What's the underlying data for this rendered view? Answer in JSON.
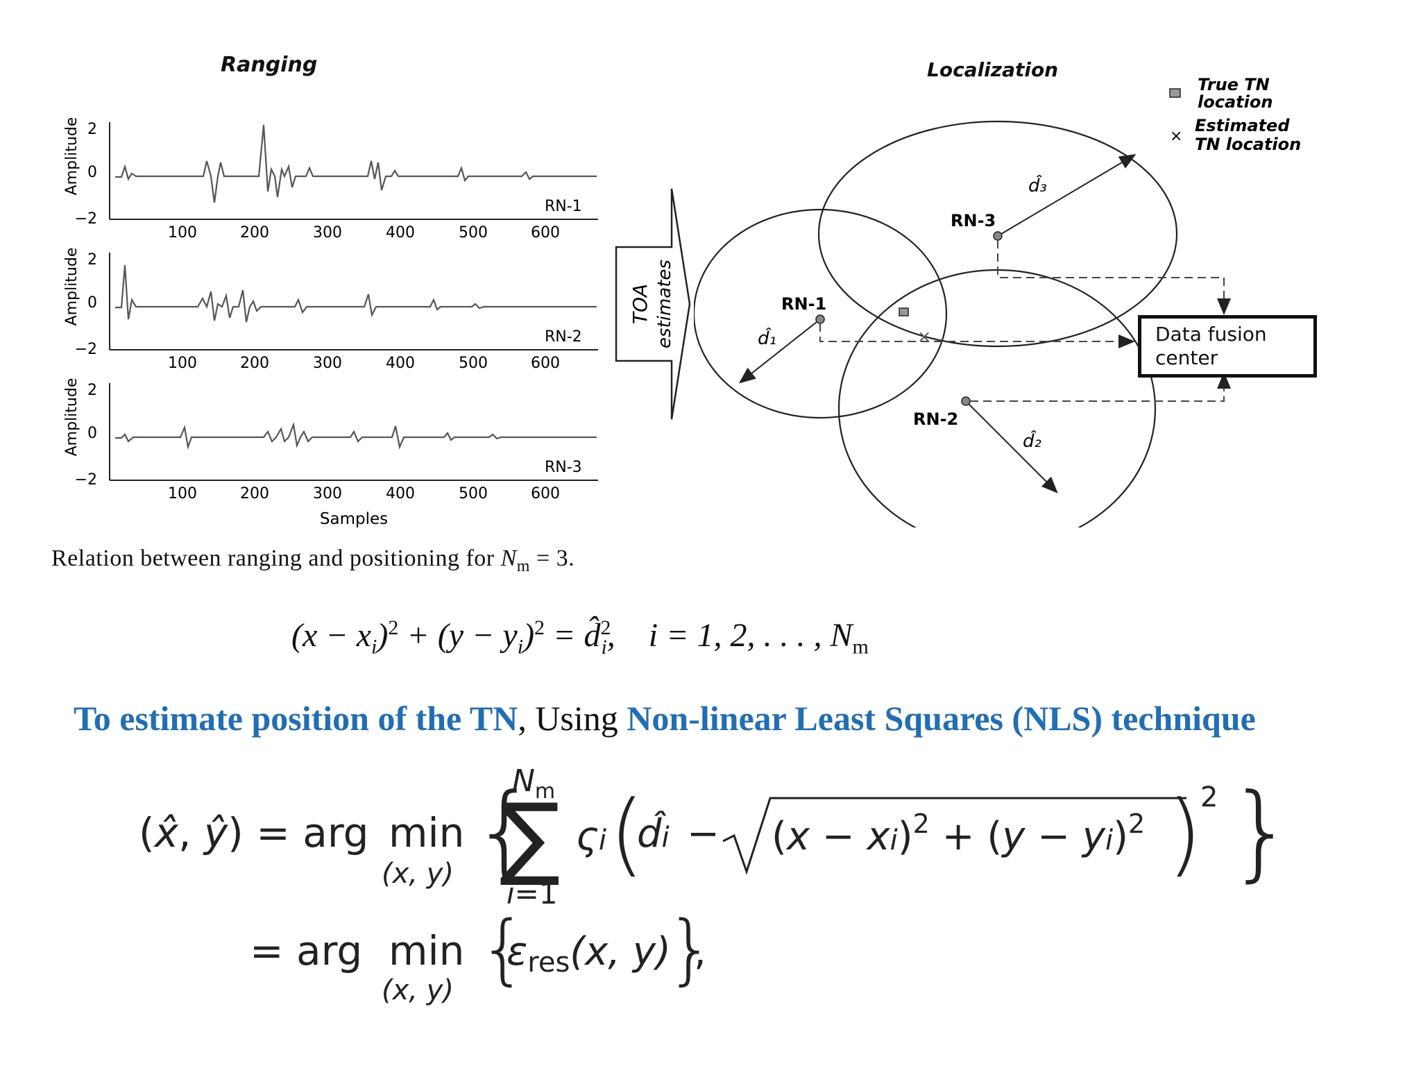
{
  "ranging": {
    "title": "Ranging",
    "ylabel": "Amplitude",
    "xlabel": "Samples",
    "yticks": [
      "2",
      "0",
      "−2"
    ],
    "xticks": [
      "100",
      "200",
      "300",
      "400",
      "500",
      "600"
    ],
    "channels": [
      {
        "label": "RN-1"
      },
      {
        "label": "RN-2"
      },
      {
        "label": "RN-3"
      }
    ]
  },
  "arrow": {
    "line1": "TOA",
    "line2": "estimates"
  },
  "localization": {
    "title": "Localization",
    "legend": {
      "true_label_1": "True TN",
      "true_label_2": "location",
      "est_label_1": "Estimated",
      "est_label_2": "TN location"
    },
    "nodes": [
      "RN-1",
      "RN-2",
      "RN-3"
    ],
    "distances": [
      "d̂₁",
      "d̂₂",
      "d̂₃"
    ],
    "fusion_line1": "Data fusion",
    "fusion_line2": "center"
  },
  "caption": {
    "prefix": "Relation between ranging and positioning for ",
    "var": "N",
    "sub": "m",
    "suffix": " = 3."
  },
  "statement": {
    "part1": "To estimate position of the TN",
    "part2": ", Using ",
    "part3": "Non-linear Least Squares (NLS) technique"
  },
  "colors": {
    "accent_blue": "#1f6fb8"
  }
}
